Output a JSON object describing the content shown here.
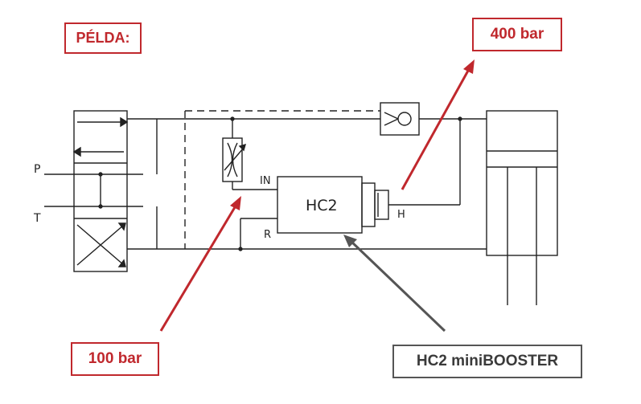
{
  "callouts": {
    "example": "PÉLDA:",
    "high_pressure": "400 bar",
    "low_pressure": "100 bar",
    "product": "HC2 miniBOOSTER"
  },
  "schematic": {
    "port_p": "P",
    "port_t": "T",
    "port_in": "IN",
    "port_r": "R",
    "port_h": "H",
    "booster_label": "HC2"
  },
  "colors": {
    "callout_red": "#c0282d",
    "callout_gray": "#555555",
    "line": "#222222"
  }
}
